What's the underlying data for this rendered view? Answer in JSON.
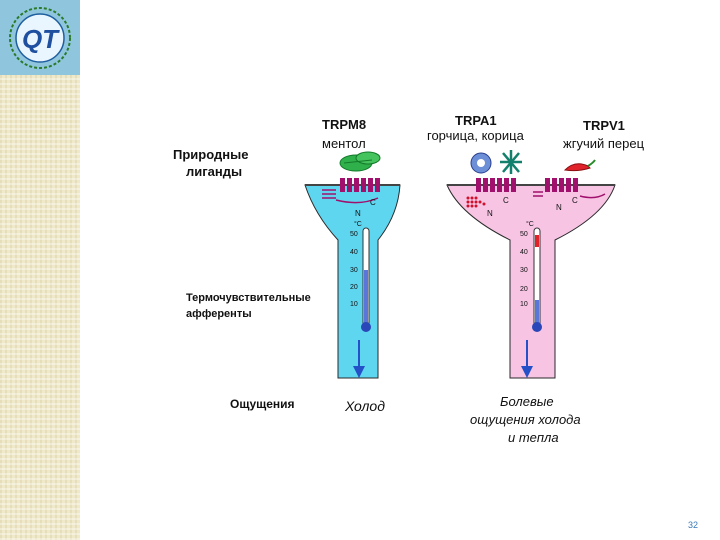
{
  "logo": {
    "letters": "QT"
  },
  "labels": {
    "natural_ligands_1": "Природные",
    "natural_ligands_2": "лиганды",
    "afferents_1": "Термочувствительные",
    "afferents_2": "афференты",
    "sensations": "Ощущения"
  },
  "channels": {
    "trpm8": {
      "name": "TRPM8",
      "ligand": "ментол"
    },
    "trpa1": {
      "name": "TRPA1",
      "ligand": "горчица, корица"
    },
    "trpv1": {
      "name": "TRPV1",
      "ligand": "жгучий перец"
    }
  },
  "termini": {
    "c": "C",
    "n": "N"
  },
  "thermometer": {
    "unit": "°C",
    "ticks": [
      "50",
      "40",
      "30",
      "20",
      "10"
    ]
  },
  "outcomes": {
    "cold": "Холод",
    "pain_1": "Болевые",
    "pain_2": "ощущения холода",
    "pain_3": "и тепла"
  },
  "page_number": "32",
  "colors": {
    "cold_neuron": "#5fd6f0",
    "pain_neuron": "#f7c4e4",
    "channel": "#a0106c",
    "mercury_cold": "#5a76d8",
    "mercury_hot": "#e0222a",
    "arrow": "#2450c8"
  }
}
